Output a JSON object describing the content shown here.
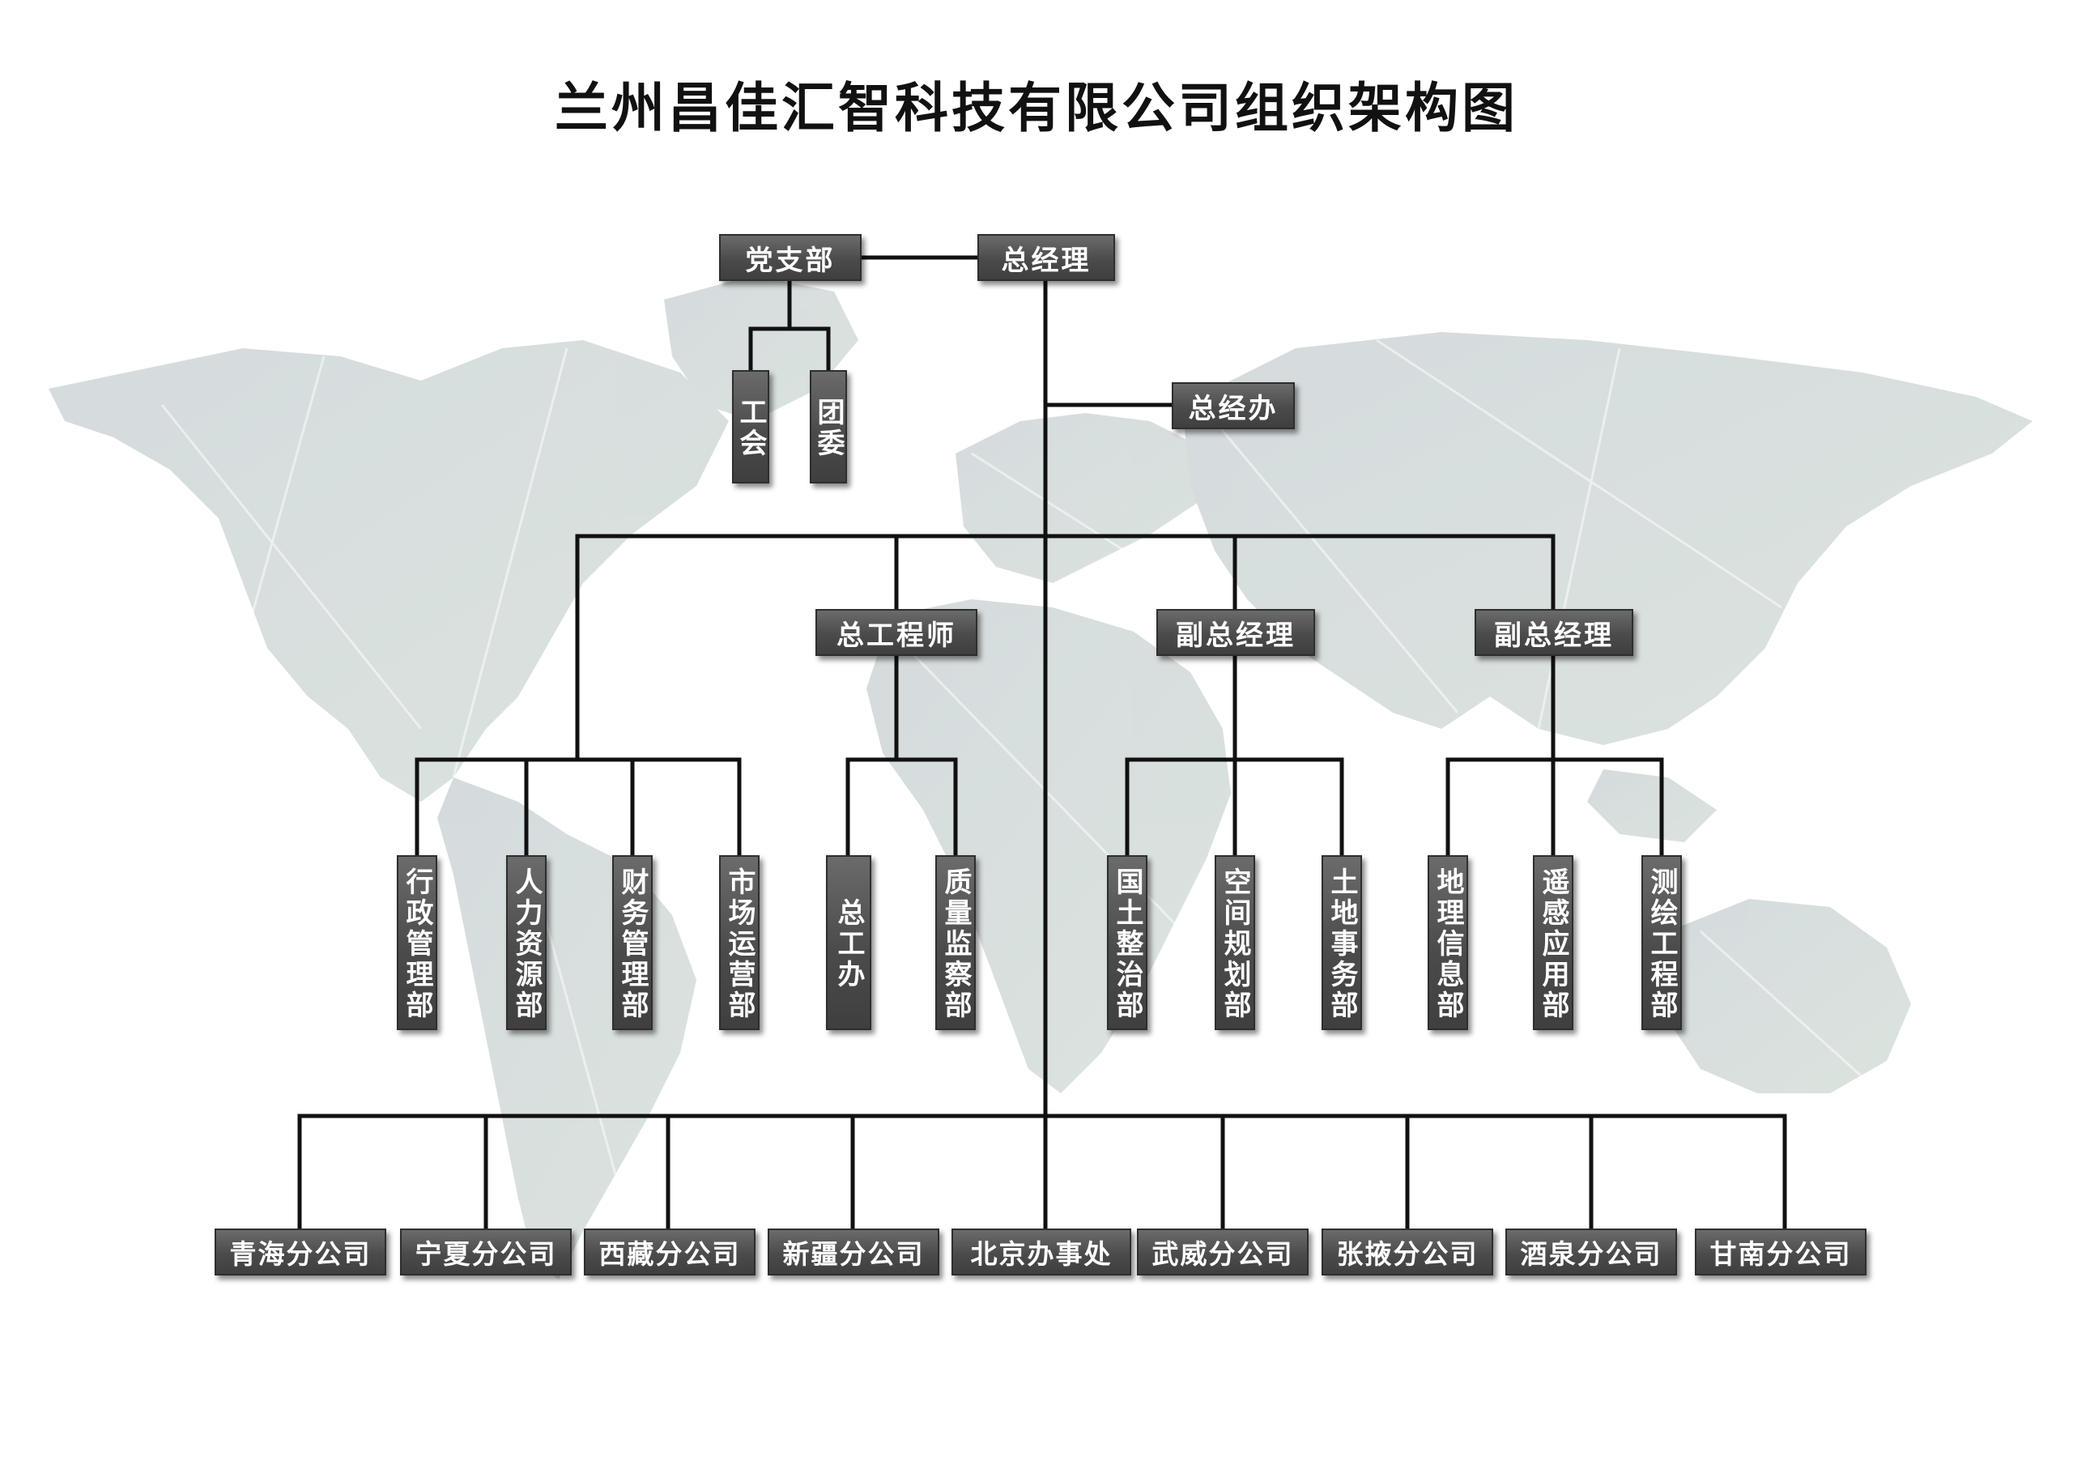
{
  "title": "兰州昌佳汇智科技有限公司组织架构图",
  "nodes": {
    "dangzhibu": "党支部",
    "zongjingli": "总经理",
    "gonghui": "工会",
    "tuanwei": "团委",
    "zongjingban": "总经办",
    "zonggongchengshi": "总工程师",
    "fuzongjingli_1": "副总经理",
    "fuzongjingli_2": "副总经理"
  },
  "departments": [
    "行政管理部",
    "人力资源部",
    "财务管理部",
    "市场运营部",
    "总工办",
    "质量监察部",
    "国土整治部",
    "空间规划部",
    "土地事务部",
    "地理信息部",
    "遥感应用部",
    "测绘工程部"
  ],
  "branches": [
    "青海分公司",
    "宁夏分公司",
    "西藏分公司",
    "新疆分公司",
    "北京办事处",
    "武威分公司",
    "张掖分公司",
    "酒泉分公司",
    "甘南分公司"
  ],
  "colors": {
    "box": "#4b4b4b",
    "line": "#111111",
    "map": "#c9d2d0"
  }
}
